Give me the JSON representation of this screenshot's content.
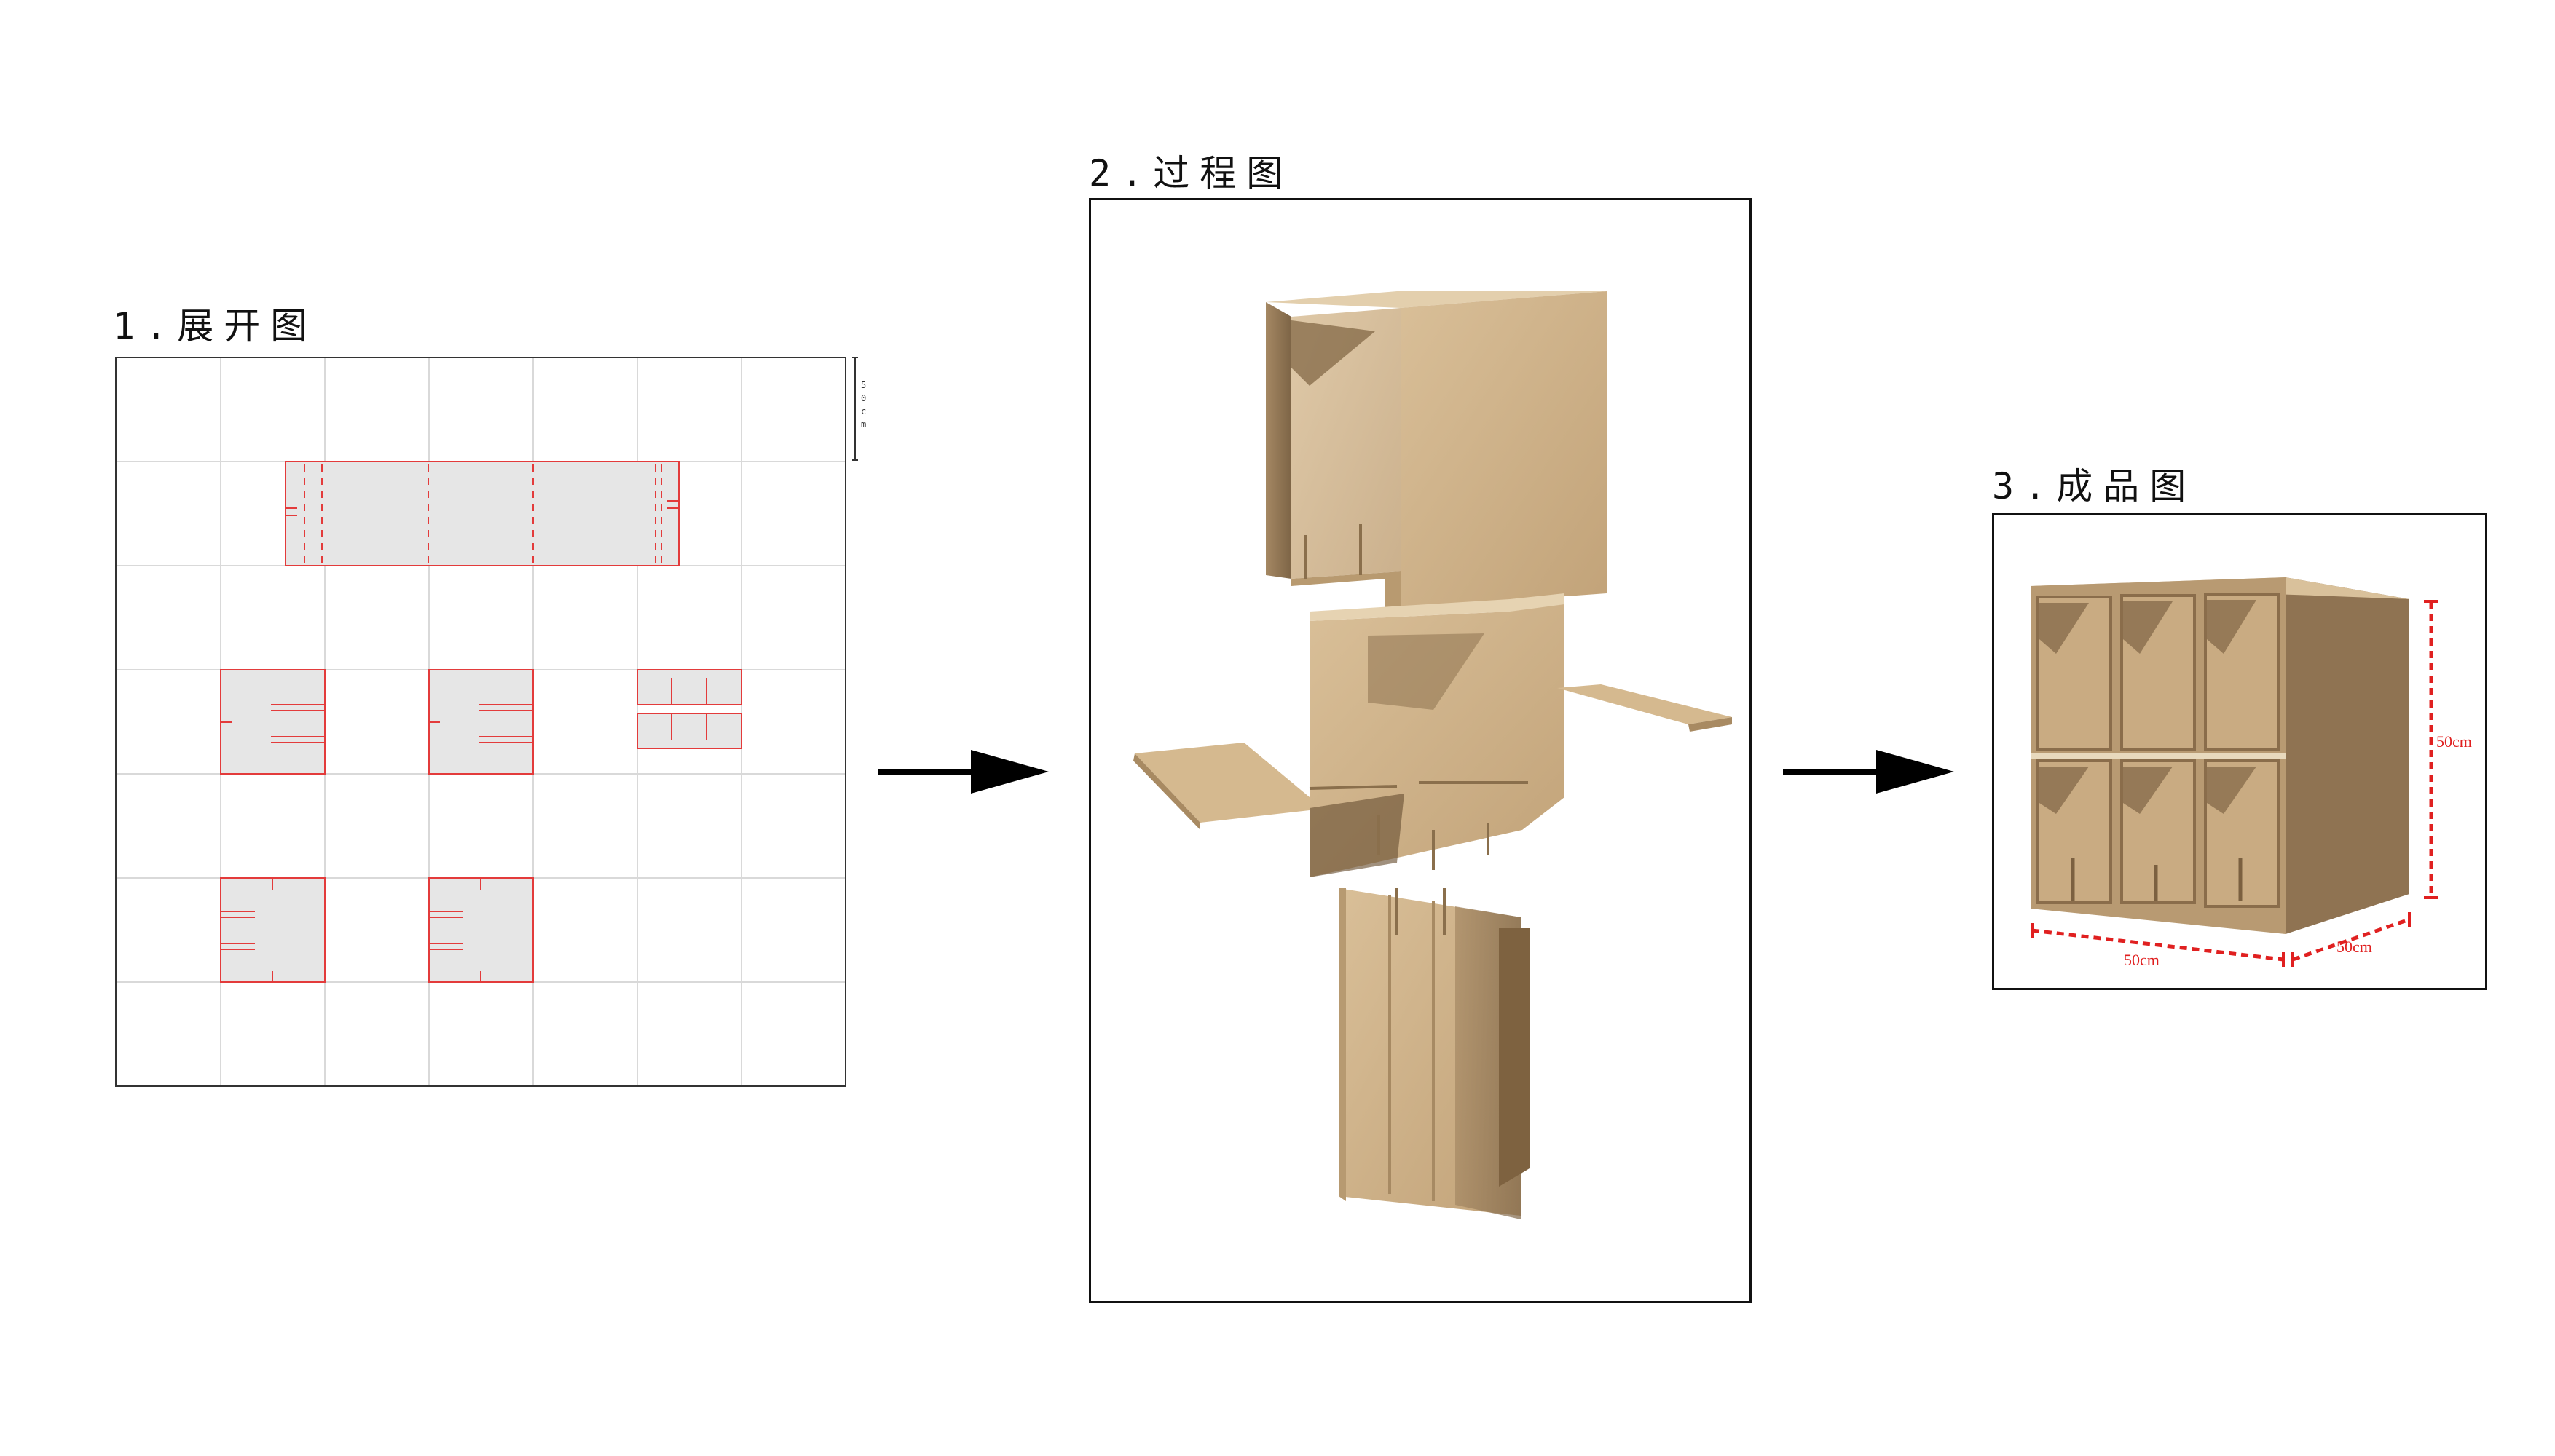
{
  "step1": {
    "title": "1.展开图",
    "scale_label": "50cm"
  },
  "step2": {
    "title": "2.过程图"
  },
  "step3": {
    "title": "3.成品图",
    "dim_height": "50cm",
    "dim_width": "50cm",
    "dim_depth": "50cm"
  },
  "colors": {
    "cut_line": "#e33b3b",
    "panel_fill": "#e6e6e6",
    "grid": "#d9d9d9",
    "wood_light": "#d7bb92",
    "wood_mid": "#c3a57a",
    "wood_dark": "#8d7150",
    "dimension": "#e02020"
  }
}
